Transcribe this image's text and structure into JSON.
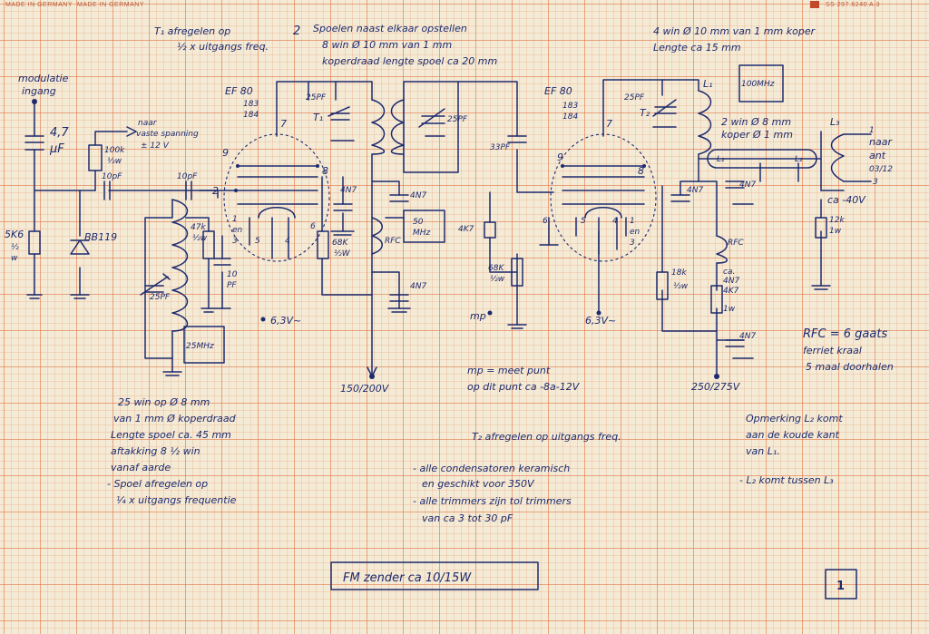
{
  "header": {
    "left_print": "MADE IN GERMANY",
    "left_print_2": "MADE IN GERMANY",
    "right_print": "SS 297.6240 A.3"
  },
  "notes": {
    "t1_note_1": "T₁ afregelen op",
    "t1_note_2": "½ x uitgangs freq.",
    "coil_note_num": "2",
    "coil_note_1": "Spoelen naast elkaar opstellen",
    "coil_note_2": "8 win Ø 10 mm van 1 mm",
    "coil_note_3": "koperdraad lengte spoel ca 20 mm",
    "l1_note_1": "4 win Ø 10 mm van 1 mm koper",
    "l1_note_2": "Lengte ca 15 mm",
    "mod_in_1": "modulatie",
    "mod_in_2": "ingang",
    "fixed_v_1": "naar",
    "fixed_v_2": "vaste spanning",
    "fixed_v_3": "± 12 V",
    "l2_note_1": "2 win Ø 8 mm",
    "l2_note_2": "koper Ø 1 mm",
    "l3_out_1": "naar",
    "l3_out_2": "ant",
    "l3_out_3": "03/12",
    "mp_note_1": "mp = meet punt",
    "mp_note_2": "op dit punt ca -8a-12V",
    "rfc_note_1": "RFC = 6 gaats",
    "rfc_note_2": "ferriet kraal",
    "rfc_note_3": "5 maal doorhalen",
    "coil25_1": "25 win op Ø 8 mm",
    "coil25_2": "van 1 mm Ø koperdraad",
    "coil25_3": "Lengte spoel ca. 45 mm",
    "coil25_4": "aftakking 8 ½ win",
    "coil25_5": "vanaf aarde",
    "coil25_6": "- Spoel afregelen op",
    "coil25_7": "¼ x uitgangs frequentie",
    "t2_note": "T₂ afregelen op uitgangs freq.",
    "caps_1": "- alle condensatoren keramisch",
    "caps_2": "en geschikt voor 350V",
    "caps_3": "- alle trimmers zijn tol trimmers",
    "caps_4": "van ca 3 tot 30 pF",
    "remark_1": "Opmerking L₂ komt",
    "remark_2": "aan de koude kant",
    "remark_3": "van L₁.",
    "remark_4": "- L₂ komt tussen L₃",
    "title": "FM zender ca 10/15W",
    "page_no": "1"
  },
  "components": {
    "tube1_name": "EF 80",
    "tube1_sub1": "183",
    "tube1_sub2": "184",
    "tube2_name": "EF 80",
    "tube2_sub1": "183",
    "tube2_sub2": "184",
    "cap_4u7": "4,7",
    "cap_4u7_unit": "μF",
    "cap_10pf_a": "10pF",
    "cap_10pf_b": "10pF",
    "cap_10pf_c": "10",
    "cap_10pf_c2": "PF",
    "r_100k": "100k",
    "r_100k_w": "½w",
    "r_5k6": "5K6",
    "r_5k6_w1": "½",
    "r_5k6_w2": "w",
    "diode": "BB119",
    "r_47k": "47k",
    "r_47k_w": "½w",
    "trim_25pf_a": "25PF",
    "trim_25pf_b": "25PF",
    "trim_25pf_c": "25PF",
    "trim_25pf_d": "25PF",
    "box_25mhz": "25MHz",
    "box_50mhz_1": "50",
    "box_50mhz_2": "MHz",
    "box_100mhz": "100MHz",
    "t1": "T₁",
    "t2": "T₂",
    "cap_4n7_1": "4N7",
    "cap_4n7_2": "4N7",
    "cap_4n7_3": "4N7",
    "cap_4n7_4": "4N7",
    "cap_4n7_5": "4N7",
    "cap_4n7_6": "4N7",
    "cap_4n7_7": "4N7",
    "r_68k": "68K",
    "r_68k_w": "½W",
    "r_68k_b": "68K",
    "r_68k_b_w": "½w",
    "r_4k7_a": "4K7",
    "r_4k7_b": "4K7",
    "r_4k7_b_w": "1w",
    "r_18k": "18k",
    "r_18k_w": "½w",
    "r_12k": "12k",
    "r_12k_w": "1w",
    "rfc_1": "RFC",
    "rfc_2": "RFC",
    "cap_33pf": "33PF",
    "v_63_a": "6,3V~",
    "v_63_b": "6,3V~",
    "hv_1": "150/200V",
    "hv_2": "250/275V",
    "minus_40v": "ca -40V",
    "mp": "mp",
    "l1": "L₁",
    "l2_a": "L₂",
    "l2_b": "L₂",
    "l3": "L₃",
    "ca": "ca.",
    "pin_2": "2",
    "pin_5a": "5",
    "pin_4a": "4",
    "pin_6a": "6",
    "pin_1a": "1",
    "pin_en_a": "en",
    "pin_3a": "3",
    "pin_5b": "5",
    "pin_4b": "4",
    "pin_6b": "6",
    "pin_1b": "1",
    "pin_en_b": "en",
    "pin_3b": "3",
    "pin_7a": "7",
    "pin_7b": "7",
    "pin_8a": "8",
    "pin_8b": "8",
    "pin_9a": "9",
    "pin_9b": "9",
    "out_1": "1",
    "out_3": "3"
  },
  "colors": {
    "ink": "#1d2a6e",
    "grid": "#e27848",
    "paper": "#f4ebd7"
  }
}
